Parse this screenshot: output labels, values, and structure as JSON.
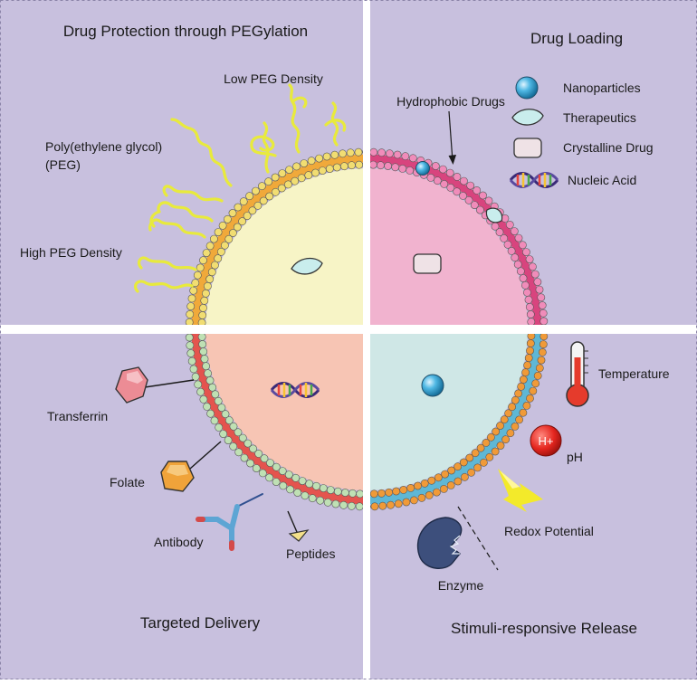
{
  "quadrants": {
    "top_left": {
      "title": "Drug Protection through PEGylation",
      "labels": {
        "low_density": "Low PEG Density",
        "peg_line1": "Poly(ethylene glycol)",
        "peg_line2": "(PEG)",
        "high_density": "High PEG Density"
      }
    },
    "top_right": {
      "title": "Drug Loading",
      "hydrophobic": "Hydrophobic Drugs",
      "legend": [
        "Nanoparticles",
        "Therapeutics",
        "Crystalline Drug",
        "Nucleic Acid"
      ]
    },
    "bottom_left": {
      "title": "Targeted Delivery",
      "ligands": {
        "transferrin": "Transferrin",
        "folate": "Folate",
        "antibody": "Antibody",
        "peptides": "Peptides"
      }
    },
    "bottom_right": {
      "title": "Stimuli-responsive Release",
      "stimuli": {
        "temperature": "Temperature",
        "h_plus": "H+",
        "ph": "pH",
        "redox": "Redox Potential",
        "enzyme": "Enzyme"
      }
    }
  },
  "colors": {
    "background": "#c8c0de",
    "divider": "#ffffff",
    "core_peg": "#f7f4c6",
    "core_loading": "#f1b3cf",
    "core_targeted": "#f7c5b4",
    "core_stimuli": "#cfe7e6",
    "peg_chain": "#e8ea3c",
    "head_yellow": "#f1dd72",
    "tail_orange": "#f0a93a",
    "head_pink": "#f08cba",
    "tail_pink": "#d8447e",
    "head_green": "#bfe0b4",
    "tail_red": "#e4544e",
    "head_orange": "#f09a38",
    "tail_blue": "#5fb7d5"
  },
  "icons": [
    "nanoparticle-icon",
    "therapeutic-icon",
    "crystalline-drug-icon",
    "nucleic-acid-icon",
    "transferrin-icon",
    "folate-icon",
    "antibody-icon",
    "peptide-icon",
    "thermometer-icon",
    "h-plus-icon",
    "lightning-icon",
    "enzyme-icon"
  ]
}
